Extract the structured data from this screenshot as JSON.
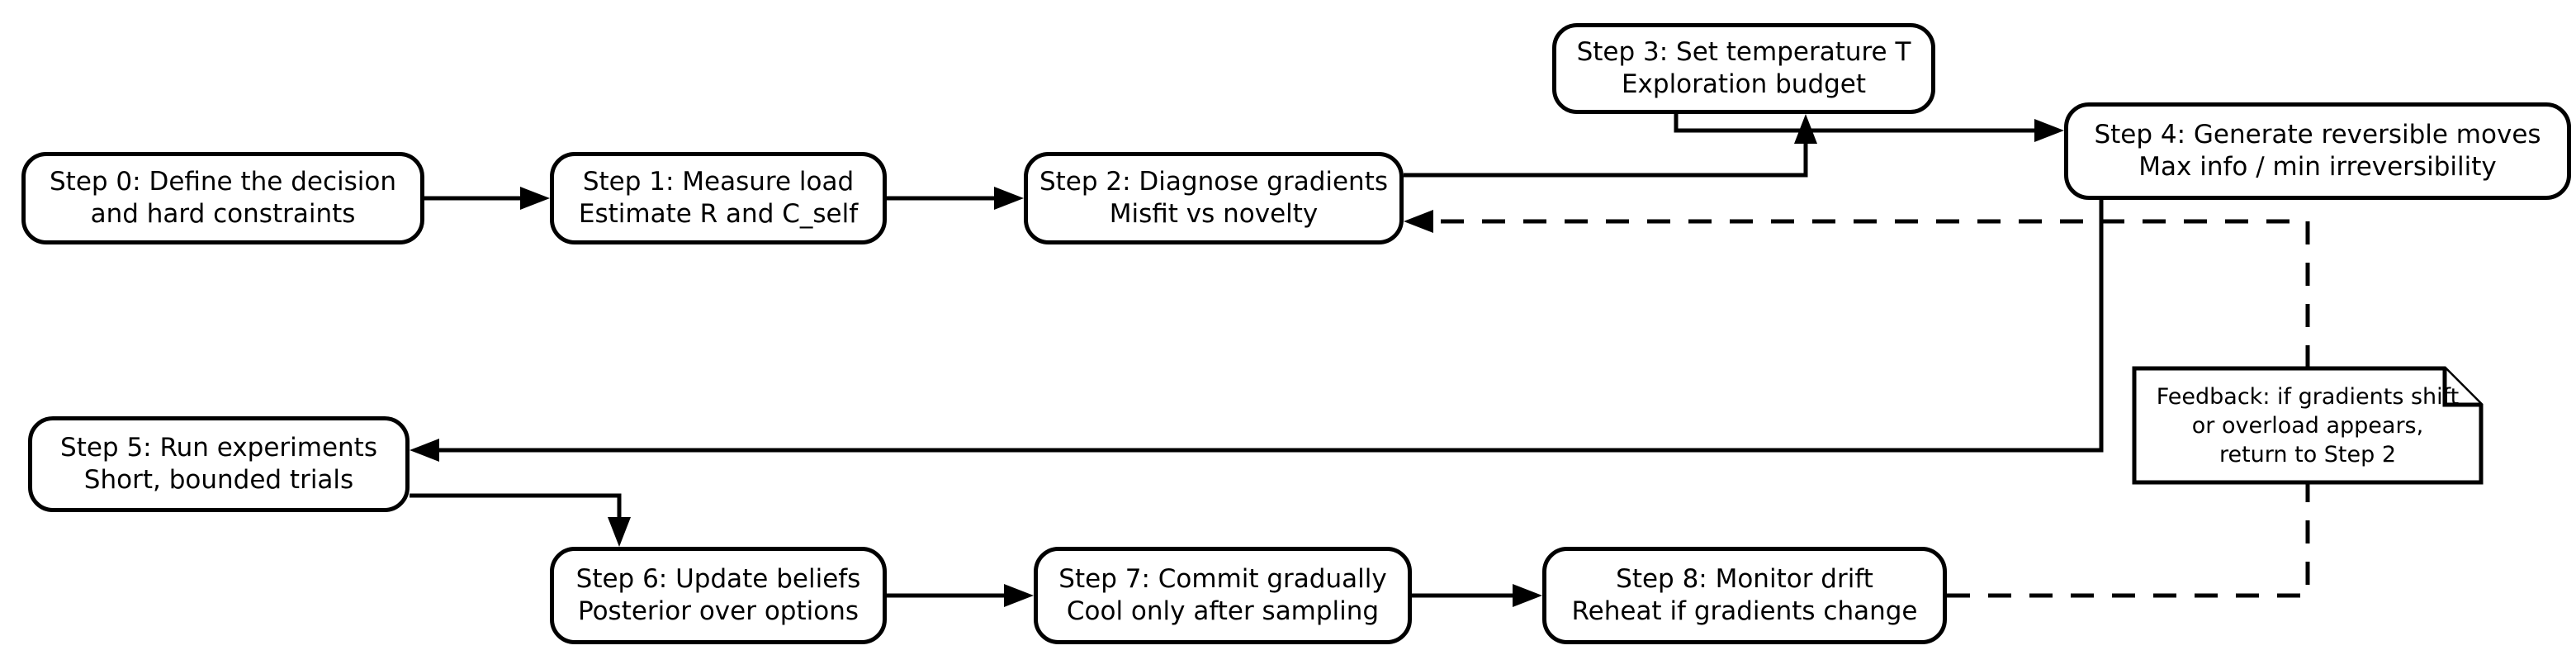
{
  "diagram": {
    "type": "flowchart",
    "background_color": "#ffffff",
    "stroke_color": "#000000",
    "fill_color": "#ffffff",
    "nodes": {
      "step0": {
        "line1": "Step 0: Define the decision",
        "line2": "and hard constraints"
      },
      "step1": {
        "line1": "Step 1: Measure load",
        "line2": "Estimate R and C_self"
      },
      "step2": {
        "line1": "Step 2: Diagnose gradients",
        "line2": "Misfit vs novelty"
      },
      "step3": {
        "line1": "Step 3: Set temperature T",
        "line2": "Exploration budget"
      },
      "step4": {
        "line1": "Step 4: Generate reversible moves",
        "line2": "Max info / min irreversibility"
      },
      "step5": {
        "line1": "Step 5: Run experiments",
        "line2": "Short, bounded trials"
      },
      "step6": {
        "line1": "Step 6: Update beliefs",
        "line2": "Posterior over options"
      },
      "step7": {
        "line1": "Step 7: Commit gradually",
        "line2": "Cool only after sampling"
      },
      "step8": {
        "line1": "Step 8: Monitor drift",
        "line2": "Reheat if gradients change"
      },
      "feedback": {
        "line1": "Feedback: if gradients shift",
        "line2": "or overload appears,",
        "line3": "return to Step 2"
      }
    },
    "edges": [
      {
        "from": "step0",
        "to": "step1",
        "style": "solid"
      },
      {
        "from": "step1",
        "to": "step2",
        "style": "solid"
      },
      {
        "from": "step2",
        "to": "step3",
        "style": "solid"
      },
      {
        "from": "step3",
        "to": "step4",
        "style": "solid"
      },
      {
        "from": "step4",
        "to": "step5",
        "style": "solid"
      },
      {
        "from": "step5",
        "to": "step6",
        "style": "solid"
      },
      {
        "from": "step6",
        "to": "step7",
        "style": "solid"
      },
      {
        "from": "step7",
        "to": "step8",
        "style": "solid"
      },
      {
        "from": "step8",
        "to": "feedback",
        "style": "dashed"
      },
      {
        "from": "feedback",
        "to": "step2",
        "style": "dashed"
      }
    ]
  }
}
